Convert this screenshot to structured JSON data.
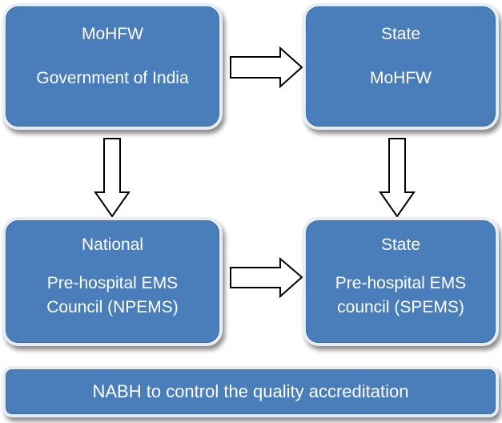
{
  "boxes": {
    "mohfw_india": {
      "line1": "MoHFW",
      "line2": "Government of India"
    },
    "state_mohfw": {
      "line1": "State",
      "line2": "MoHFW"
    },
    "npems": {
      "line1": "National",
      "line2": "Pre-hospital EMS",
      "line3": "Council (NPEMS)"
    },
    "spems": {
      "line1": "State",
      "line2": "Pre-hospital EMS",
      "line3": "council (SPEMS)"
    },
    "nabh": {
      "line1": "NABH to control the quality accreditation"
    }
  },
  "colors": {
    "box_fill": "#4a7ebb",
    "box_border": "#e6edf6",
    "text": "#ffffff",
    "arrow_stroke": "#000000",
    "arrow_fill": "#ffffff"
  }
}
